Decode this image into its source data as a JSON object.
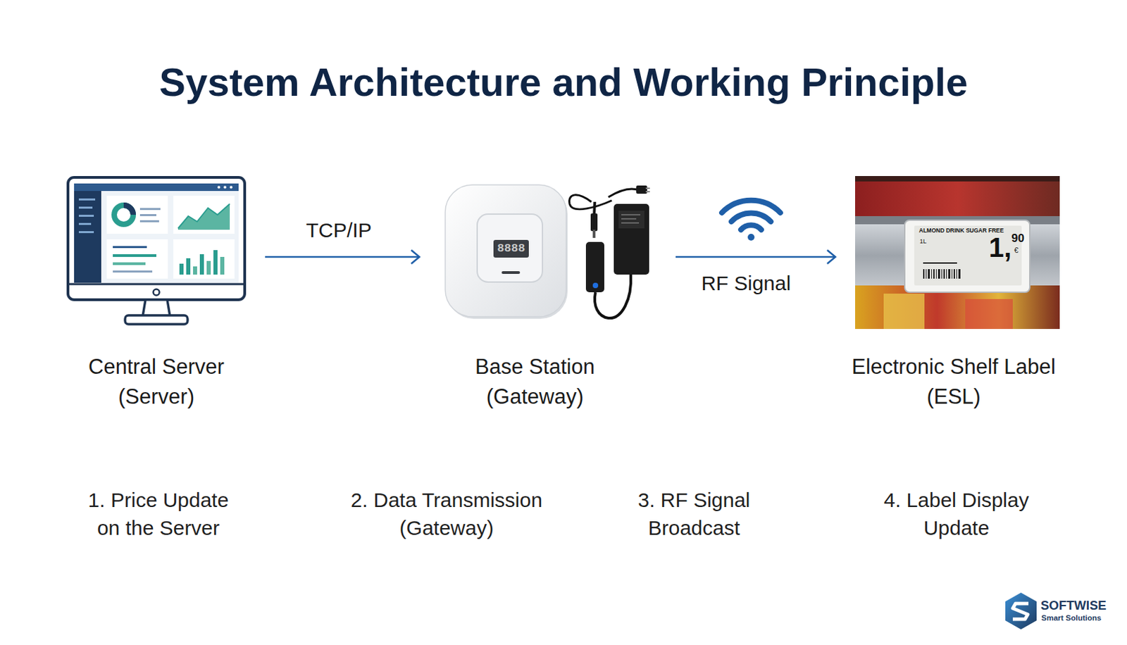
{
  "diagram": {
    "title": "System Architecture and Working Principle",
    "nodes": [
      {
        "text": [
          "Central Server (Server)"
        ]
      },
      {
        "text": [
          "Base Station (Gateway)"
        ]
      },
      {
        "text": [
          "Electronic Shelf Label (ESL)"
        ]
      }
    ],
    "edges": [
      {
        "from": 0,
        "to": 1,
        "label": "TCP/IP",
        "arrow": "to"
      },
      {
        "from": 1,
        "to": 2,
        "label": "RF Signal",
        "arrow": "to"
      }
    ],
    "labels": [
      "8888",
      "ALMOND DRINK SUGAR FREE",
      "1L",
      "1,",
      "90",
      "€",
      "1. Price Update on the Server",
      "2. Data Transmission (Gateway)",
      "3. RF Signal Broadcast",
      "4. Label Display Update",
      "SOFTWISE",
      "Smart Solutions"
    ]
  }
}
